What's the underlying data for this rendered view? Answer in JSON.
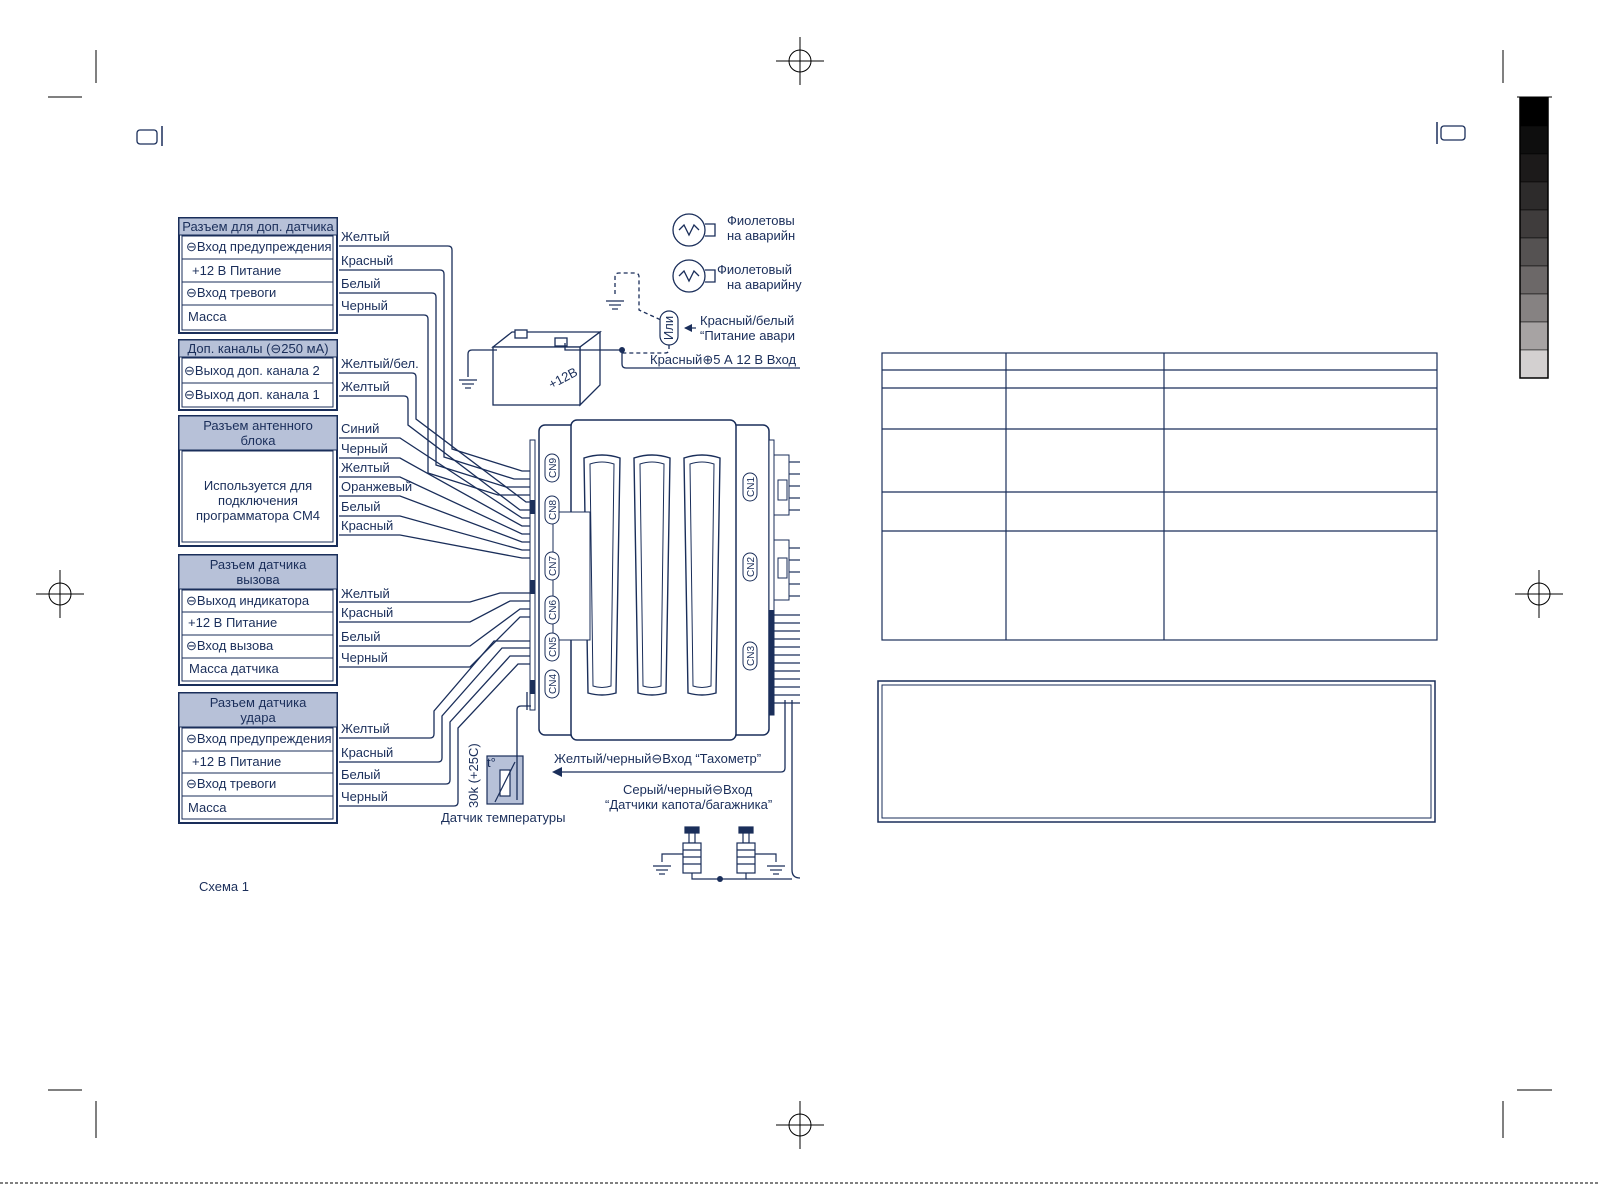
{
  "colors": {
    "ink": "#1a2e5a",
    "header_fill": "#b7c1d8",
    "wire": "#1a2e5a"
  },
  "blocks": {
    "aux_sensor": {
      "title": "Разъем для доп. датчика",
      "rows": [
        "⊖Вход предупреждения",
        "+12 В Питание",
        "⊖Вход тревоги",
        "Масса"
      ],
      "wires": [
        "Желтый",
        "Красный",
        "Белый",
        "Черный"
      ]
    },
    "aux_channels": {
      "title": "Доп. каналы (⊖250 мА)",
      "rows": [
        "⊖Выход доп. канала 2",
        "⊖Выход доп. канала 1"
      ],
      "wires": [
        "Желтый/бел.",
        "Желтый"
      ]
    },
    "antenna": {
      "title_line1": "Разъем антенного",
      "title_line2": "блока",
      "body_line1": "Используется для",
      "body_line2": "подключения",
      "body_line3": "программатора CM4",
      "wires": [
        "Синий",
        "Черный",
        "Желтый",
        "Оранжевый",
        "Белый",
        "Красный"
      ]
    },
    "call_sensor": {
      "title_line1": "Разъем датчика",
      "title_line2": "вызова",
      "rows": [
        "⊖Выход индикатора",
        "+12 В Питание",
        "⊖Вход вызова",
        "Масса датчика"
      ],
      "wires": [
        "Желтый",
        "Красный",
        "Белый",
        "Черный"
      ]
    },
    "shock_sensor": {
      "title_line1": "Разъем датчика",
      "title_line2": "удара",
      "rows": [
        "⊖Вход предупреждения",
        "+12 В Питание",
        "⊖Вход тревоги",
        "Масса"
      ],
      "wires": [
        "Желтый",
        "Красный",
        "Белый",
        "Черный"
      ]
    }
  },
  "connectors": [
    "CN9",
    "CN8",
    "CN7",
    "CN6",
    "CN5",
    "CN4",
    "CN1",
    "CN2",
    "CN3"
  ],
  "right_labels": {
    "lamp1_line1": "Фиолетовы",
    "lamp1_line2": "на аварийн",
    "lamp2_line1": "Фиолетовый",
    "lamp2_line2": "на аварийну",
    "or_label": "Или",
    "red_white_line1": "Красный/белый",
    "red_white_line2": "“Питание авари",
    "battery_label": "+12В",
    "red_power": "Красный⊕5 А 12 В Вход",
    "tacho": "Желтый/черный⊖Вход “Тахометр”",
    "hood_line1": "Серый/черный⊖Вход",
    "hood_line2": "“Датчики капота/багажника”"
  },
  "temp_sensor": {
    "rating": "30k (+25C)",
    "symbol": "t°",
    "label": "Датчик температуры"
  },
  "caption": "Схема 1"
}
